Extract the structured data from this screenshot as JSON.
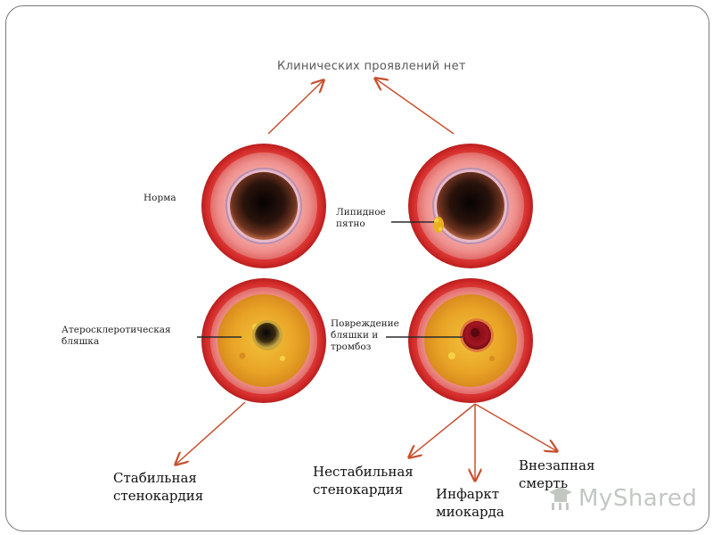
{
  "top_caption": "Клинических проявлений нет",
  "vessels": {
    "norma": "Норма",
    "lipid": "Липидное пятно",
    "plaque": "Атеросклеротическая бляшка",
    "damage": "Повреждение бляшки и тромбоз"
  },
  "outcomes": {
    "stable": "Стабильная стенокардия",
    "unstable": "Нестабильная стенокардия",
    "infarct": "Инфаркт миокарда",
    "death": "Внезапная смерть"
  },
  "watermark": {
    "brand": "MyShared",
    "icon": "mortarboard-icon"
  },
  "colors": {
    "arrow": "#c8502f",
    "vessel_outer": "#d7322f",
    "vessel_wall": "#ee8c8c",
    "lumen": "#1a0d08",
    "plaque": "#e9a52a",
    "thrombus": "#a31621"
  }
}
